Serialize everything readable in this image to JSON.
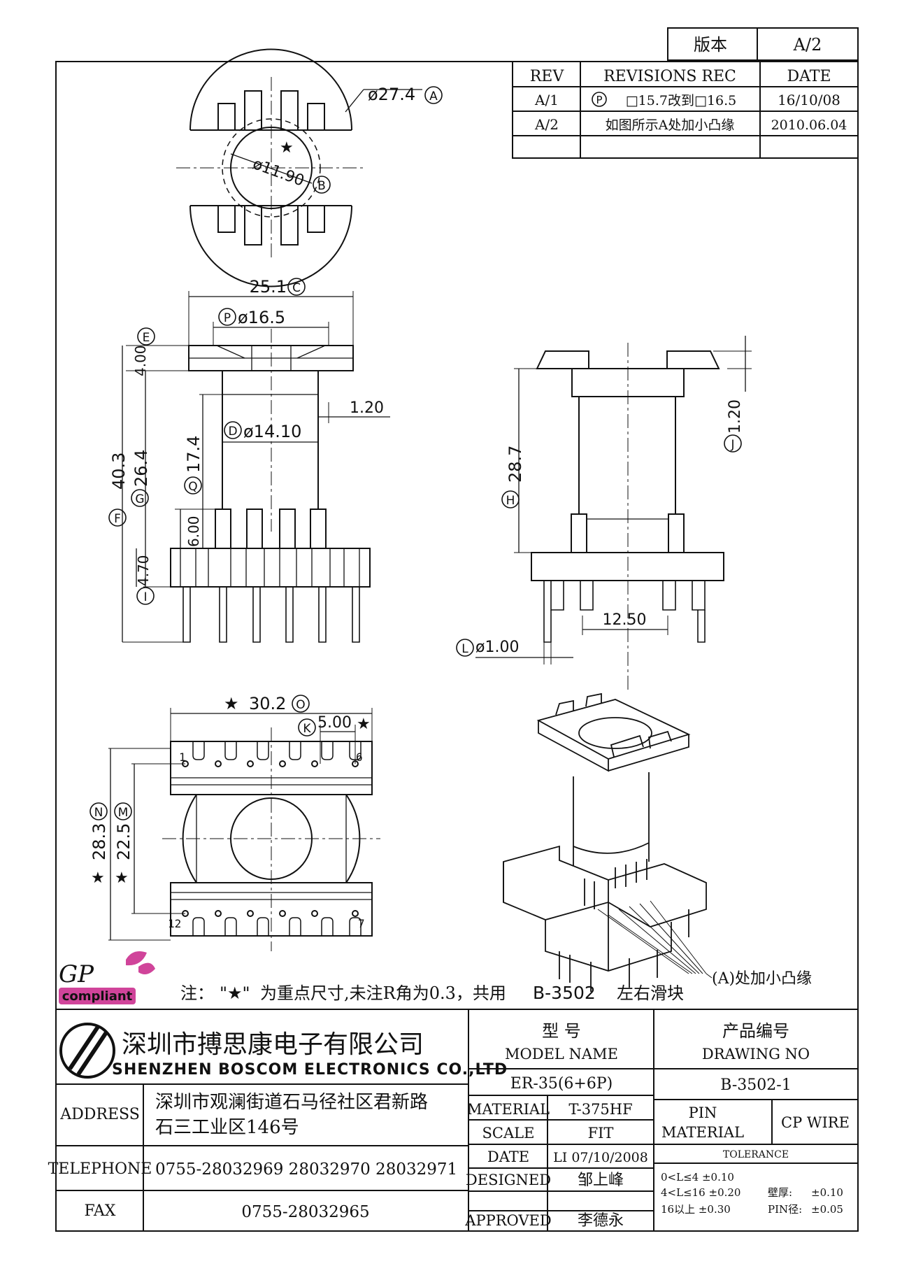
{
  "version_box": {
    "label": "版本",
    "value": "A/2"
  },
  "revisions": {
    "headers": [
      "REV",
      "REVISIONS REC",
      "DATE"
    ],
    "rows": [
      {
        "rev": "A/1",
        "rec_marker": "P",
        "rec": "□15.7改到□16.5",
        "date": "16/10/08"
      },
      {
        "rev": "A/2",
        "rec_marker": "",
        "rec": "如图所示A处加小凸缘",
        "date": "2010.06.04"
      },
      {
        "rev": "",
        "rec_marker": "",
        "rec": "",
        "date": ""
      }
    ]
  },
  "dimensions": {
    "A": {
      "letter": "A",
      "value": "ø27.4"
    },
    "B": {
      "letter": "B",
      "value": "ø11.90"
    },
    "C": {
      "letter": "C",
      "value": "25.1"
    },
    "P": {
      "letter": "P",
      "value": "ø16.5"
    },
    "E": {
      "letter": "E",
      "value": "4.00"
    },
    "D": {
      "letter": "D",
      "value": "ø14.10"
    },
    "wall": {
      "value": "1.20"
    },
    "F": {
      "letter": "F",
      "value": "40.3"
    },
    "G": {
      "letter": "G",
      "value": "26.4"
    },
    "Q": {
      "letter": "Q",
      "value": "17.4"
    },
    "pin_len": {
      "value": "6.00"
    },
    "I": {
      "letter": "I",
      "value": "4.70"
    },
    "H": {
      "letter": "H",
      "value": "28.7"
    },
    "J": {
      "letter": "J",
      "value": "1.20"
    },
    "span": {
      "value": "12.50"
    },
    "L": {
      "letter": "L",
      "value": "ø1.00"
    },
    "O": {
      "letter": "O",
      "value": "30.2"
    },
    "K": {
      "letter": "K",
      "value": "5.00"
    },
    "N": {
      "letter": "N",
      "value": "28.3"
    },
    "M": {
      "letter": "M",
      "value": "22.5"
    },
    "star": "★"
  },
  "pin_labels": {
    "p1": "1",
    "p6": "6",
    "p12": "12",
    "p7": "7"
  },
  "callout": "(A)处加小凸缘",
  "note": {
    "prefix": "注：",
    "mark": "\"★\"",
    "body": "为重点尺寸,未注R角为0.3，共用",
    "part": "B-3502",
    "suffix": "左右滑块"
  },
  "logo": {
    "line1": "GP",
    "line2": "compliant",
    "color": "#d0449a"
  },
  "company": {
    "cn": "深圳市搏思康电子有限公司",
    "en": "SHENZHEN BOSCOM ELECTRONICS CO.,LTD"
  },
  "info": {
    "address_label": "ADDRESS",
    "address_line1": "深圳市观澜街道石马径社区君新路",
    "address_line2": "石三工业区146号",
    "telephone_label": "TELEPHONE",
    "telephone": "0755-28032969 28032970 28032971",
    "fax_label": "FAX",
    "fax": "0755-28032965"
  },
  "title_block": {
    "model_cn": "型    号",
    "model_en": "MODEL NAME",
    "model_value": "ER-35(6+6P)",
    "drawing_cn": "产品编号",
    "drawing_en": "DRAWING NO",
    "drawing_value": "B-3502-1",
    "material_label": "MATERIAL",
    "material_value": "T-375HF",
    "pin_label1": "PIN",
    "pin_label2": "MATERIAL",
    "pin_value": "CP WIRE",
    "scale_label": "SCALE",
    "scale_value": "FIT",
    "tolerance_label": "TOLERANCE",
    "date_label": "DATE",
    "date_value": "LI 07/10/2008",
    "designed_label": "DESIGNED",
    "designed_value": "邹上峰",
    "approved_label": "APPROVED",
    "approved_value": "李德永",
    "tol1": "0<L≤4  ±0.10",
    "tol2": "4<L≤16 ±0.20",
    "tol3": "16以上      ±0.30",
    "wall_label": "壁厚:",
    "wall_value": "±0.10",
    "pin_dia_label": "PIN径:",
    "pin_dia_value": "±0.05"
  }
}
